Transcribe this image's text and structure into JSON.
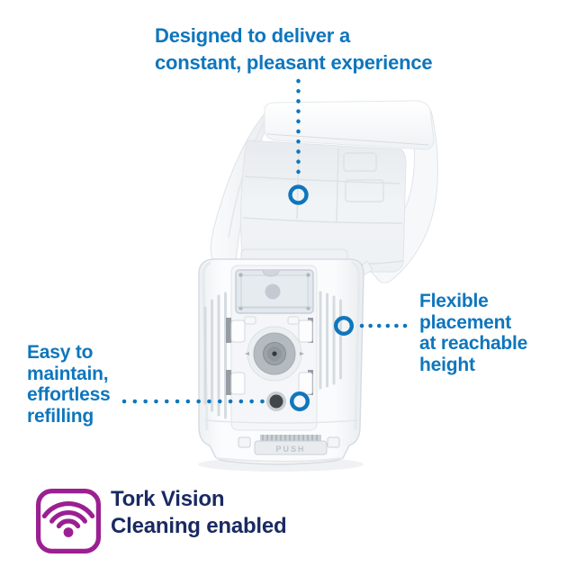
{
  "callouts": {
    "top": {
      "lines": [
        "Designed to deliver a",
        "constant, pleasant experience"
      ]
    },
    "right": {
      "lines": [
        "Flexible",
        "placement",
        "at reachable",
        "height"
      ]
    },
    "left": {
      "lines": [
        "Easy to",
        "maintain,",
        "effortless",
        "refilling"
      ]
    }
  },
  "badge": {
    "lines": [
      "Tork Vision",
      "Cleaning enabled"
    ],
    "icon": "wifi-icon"
  },
  "product": {
    "embossed_label": "PUSH"
  },
  "colors": {
    "accent_blue": "#0e76bd",
    "navy_text": "#1a2a62",
    "badge_purple": "#9c1f92",
    "product_grey": "#b5bac0"
  }
}
